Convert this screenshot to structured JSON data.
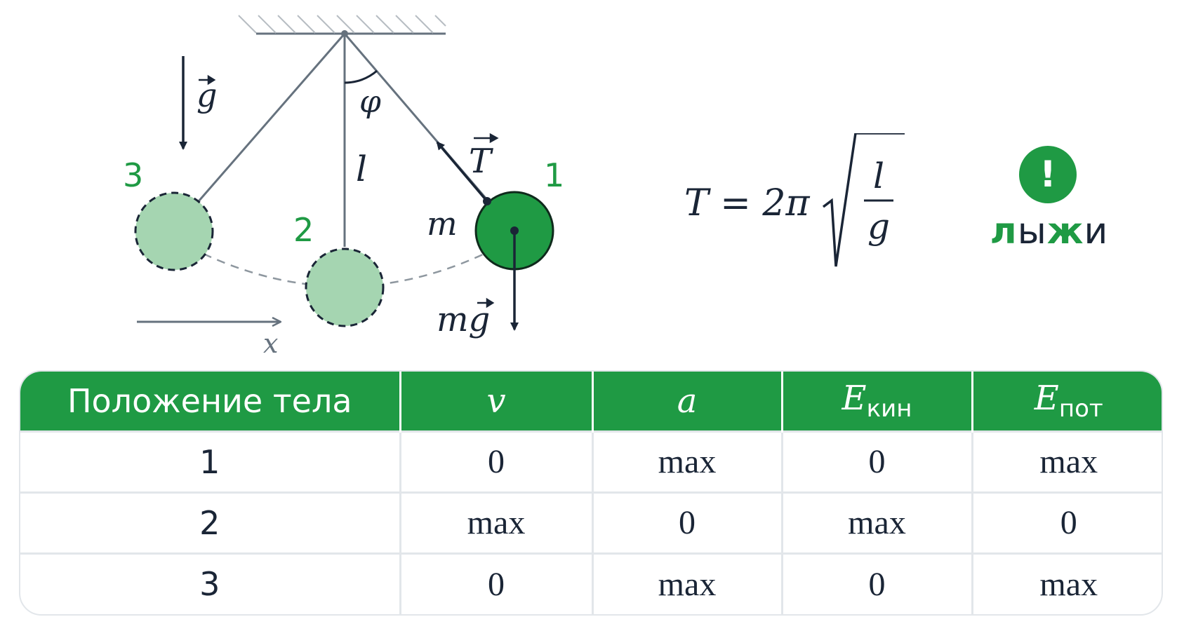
{
  "diagram": {
    "labels": {
      "gravity_vector": "g",
      "angle": "φ",
      "length": "l",
      "tension": "T",
      "mass": "m",
      "weight": "mg",
      "x_axis": "x"
    },
    "positions": [
      "1",
      "2",
      "3"
    ]
  },
  "formula": {
    "lhs": "T = 2π",
    "numerator": "l",
    "denominator": "g"
  },
  "brand": {
    "badge": "!",
    "logo_parts": [
      {
        "text": "л",
        "accent": true
      },
      {
        "text": "ы",
        "accent": false
      },
      {
        "text": "ж",
        "accent": true
      },
      {
        "text": "и",
        "accent": false
      }
    ]
  },
  "table": {
    "header": {
      "position": "Положение тела",
      "v": "v",
      "a": "a",
      "ekin_base": "E",
      "ekin_sub": "кин",
      "epot_base": "E",
      "epot_sub": "пот"
    },
    "rows": [
      {
        "position": "1",
        "v": "0",
        "a": "max",
        "ekin": "0",
        "epot": "max"
      },
      {
        "position": "2",
        "v": "max",
        "a": "0",
        "ekin": "max",
        "epot": "0"
      },
      {
        "position": "3",
        "v": "0",
        "a": "max",
        "ekin": "0",
        "epot": "max"
      }
    ]
  },
  "colors": {
    "accent": "#1f9a44",
    "ball_light": "#a5d5b1",
    "line_gray": "#66727e",
    "text_dark": "#1a2536"
  }
}
